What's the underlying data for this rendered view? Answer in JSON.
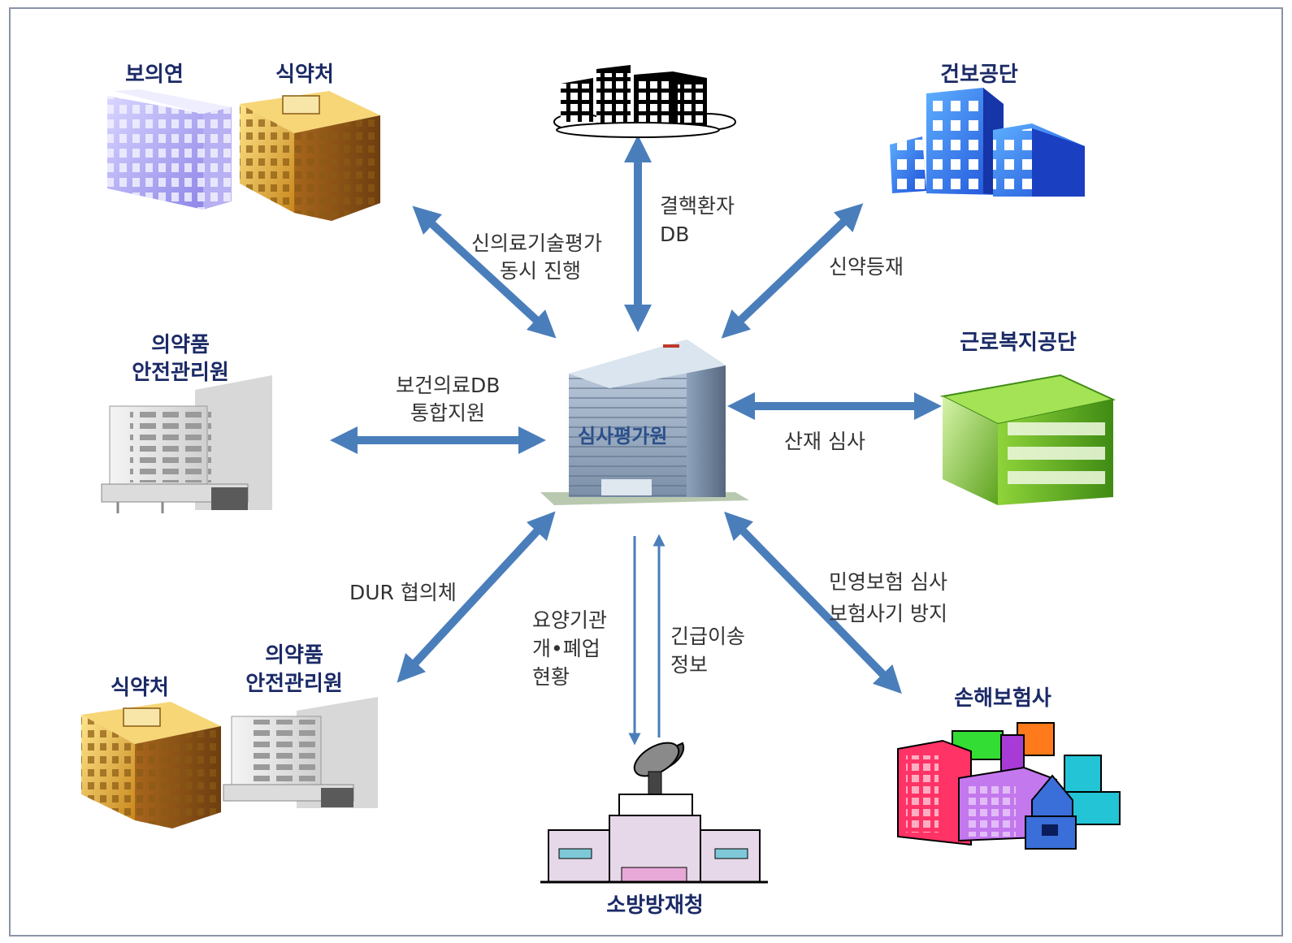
{
  "center": {
    "name": "심사평가원"
  },
  "nodes": {
    "boeuiyeon": "보의연",
    "mfds_top": "식약처",
    "mfds_bottom": "식약처",
    "nhis": "건보공단",
    "drug_safety_left": [
      "의약품",
      "안전관리원"
    ],
    "drug_safety_bottom": [
      "의약품",
      "안전관리원"
    ],
    "comwel": "근로복지공단",
    "insurers": "손해보험사",
    "fire_agency": "소방방재청"
  },
  "edges": {
    "new_tech": [
      "신의료기술평가",
      "동시 진행"
    ],
    "tb_db": [
      "결핵환자",
      "DB"
    ],
    "new_drug": "신약등재",
    "health_db": [
      "보건의료DB",
      "통합지원"
    ],
    "industrial": "산재 심사",
    "dur": "DUR 협의체",
    "private_ins": [
      "민영보험 심사",
      "보험사기 방지"
    ],
    "facility_status": [
      "요양기관",
      "개•폐업",
      "현황"
    ],
    "emergency": [
      "긴급이송",
      "정보"
    ]
  },
  "colors": {
    "arrow": "#4a7ebb",
    "title": "#1b2a66",
    "frame": "#8a94a8"
  }
}
